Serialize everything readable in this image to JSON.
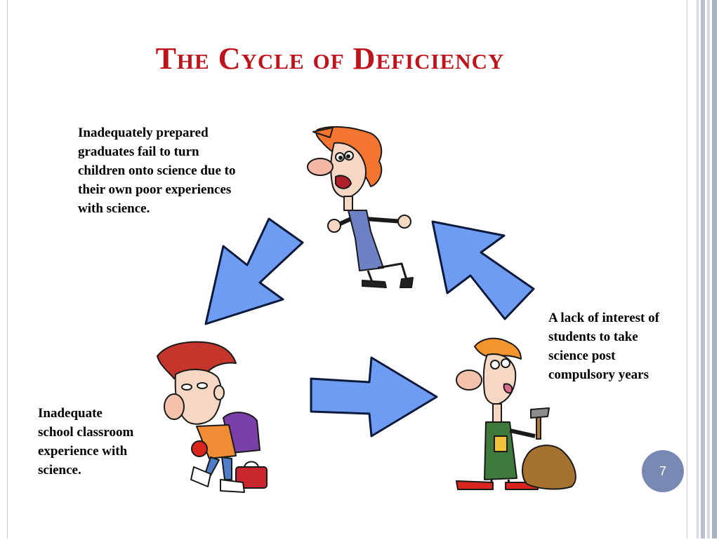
{
  "slide": {
    "title": "The Cycle of Deficiency",
    "page_number": "7",
    "accent_color": "#c0141c",
    "arrow_color": "#6e9cf2",
    "badge_color": "#7889b3"
  },
  "cycle": {
    "top": {
      "caption": [
        "Inadequately prepared",
        "graduates fail to turn",
        "children onto science due to",
        "their own poor experiences",
        "with science."
      ],
      "illustration": "angry-teacher-cartoon"
    },
    "right": {
      "caption": [
        "A lack of interest of",
        "students to take",
        "science post",
        "compulsory years"
      ],
      "illustration": "young-man-with-hammer-cartoon"
    },
    "left": {
      "caption": [
        "Inadequate",
        "school classroom",
        "experience with",
        "science."
      ],
      "illustration": "schoolboy-with-backpack-cartoon"
    },
    "arrows": [
      "arrow-top-to-left",
      "arrow-left-to-right",
      "arrow-right-to-top"
    ]
  }
}
